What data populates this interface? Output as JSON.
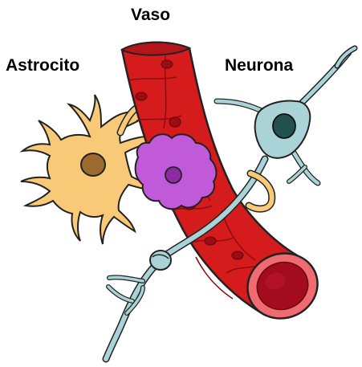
{
  "labels": {
    "vessel": "Vaso",
    "astrocyte": "Astrocito",
    "neuron": "Neurona"
  },
  "colors": {
    "vessel_red": "#d51b1b",
    "vessel_dark": "#9b0d10",
    "vessel_lumen": "#a30b1e",
    "vessel_rim": "#ef6b72",
    "astrocyte_yellow": "#f8c977",
    "astrocyte_nucleus": "#9b6a2e",
    "pericyte_purple": "#c05ad8",
    "pericyte_nucleus": "#8d2aa3",
    "neuron_blue": "#a9d3d7",
    "neuron_nucleus": "#23514f",
    "outline": "#222222"
  }
}
